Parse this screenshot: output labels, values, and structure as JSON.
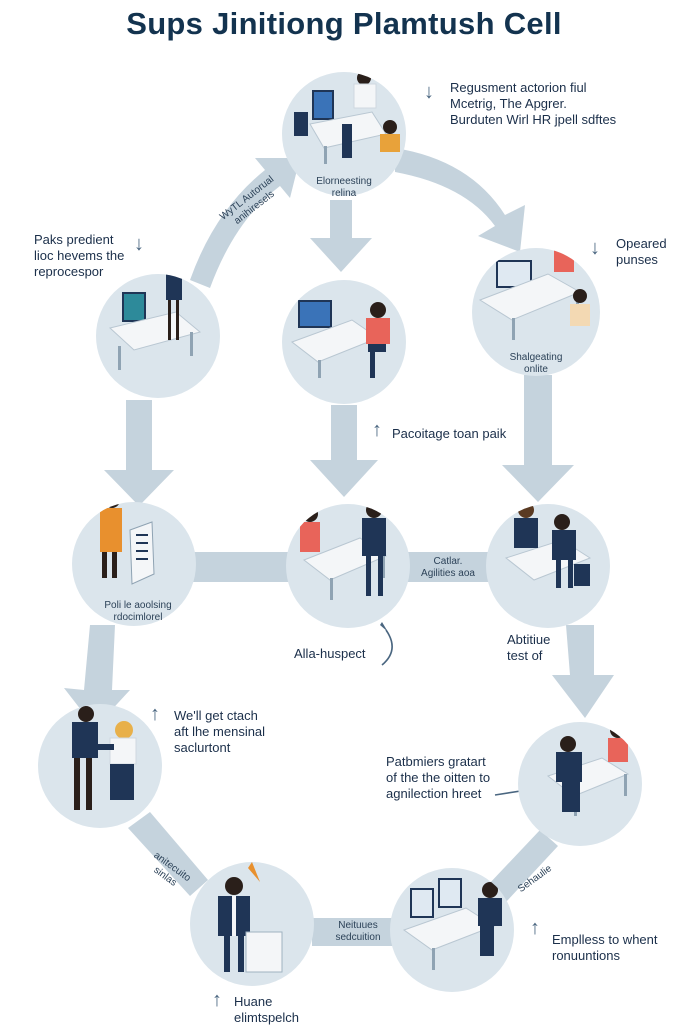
{
  "title": "Sups Jinitiong Plamtush Cell",
  "captions": {
    "top_right": [
      "Regusment actorion fiul",
      "Mcetrig, The Apgrer.",
      "Burduten Wirl HR jpell sdftes"
    ],
    "left_top": [
      "Paks predient",
      "lioc hevems the",
      "reprocespor"
    ],
    "right_top": [
      "Opeared",
      "punses"
    ],
    "center_mid": "Pacoitage toan paik",
    "center_lower": "Alla-huspect",
    "right_mid": [
      "Abtitiue",
      "test of"
    ],
    "left_lower": [
      "We'll get ctach",
      "aft lhe mensinal",
      "saclurtont"
    ],
    "right_lower": [
      "Patbmiers gratart",
      "of the the oitten to",
      "agnilection hreet"
    ],
    "bottom_right": [
      "Emplless to whent",
      "ronuuntions"
    ],
    "bottom_left": [
      "Huane",
      "elimtspelch"
    ]
  },
  "node_labels": {
    "top": [
      "Elorneesting",
      "relina"
    ],
    "right_upper": [
      "Shalgeating",
      "onlite"
    ],
    "left_mid": [
      "Poli le aoolsing",
      "rdocimlorel"
    ],
    "right_center": [
      "Catlar.",
      "Agilities aoa"
    ]
  },
  "arrow_labels": {
    "upper_left": [
      "WyTL Autorual",
      "anihiresels"
    ],
    "lower_left": [
      "anitecuito",
      "sinlas"
    ],
    "lower_right": "Sehaulie",
    "bottom": [
      "Neituues",
      "sedcuition"
    ]
  },
  "colors": {
    "node_fill": "#dbe5ec",
    "arrow_fill": "#c5d3dd",
    "navy": "#1f3556",
    "coral": "#e8645a",
    "orange": "#e8902e",
    "desk": "#f4f6f8"
  }
}
